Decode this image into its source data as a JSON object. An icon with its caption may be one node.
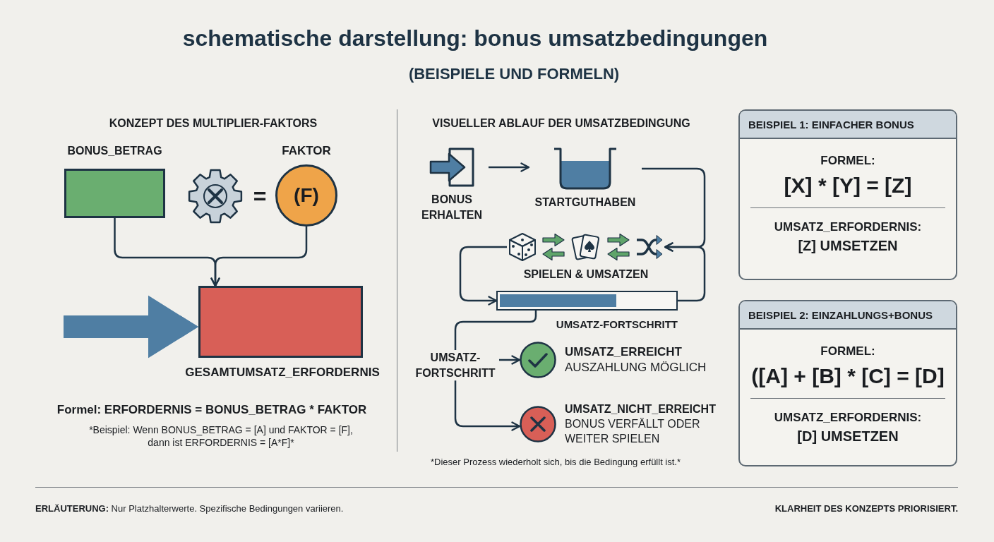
{
  "diagram": {
    "title": "schematische darstellung: bonus umsatzbedingungen",
    "nodes": [
      {
        "text": [
          "BONUS_BETRAG"
        ]
      },
      {
        "text": [
          "FAKTOR",
          "(F)"
        ]
      },
      {
        "text": [],
        "shape": "box",
        "beside": [
          "GESAMTUMSATZ_ERFORDERNIS"
        ]
      },
      {
        "text": [
          "BONUS ERHALTEN"
        ]
      },
      {
        "text": [
          "STARTGUTHABEN"
        ]
      },
      {
        "text": [
          "SPIELEN & UMSATZEN"
        ]
      },
      {
        "text": [],
        "shape": "bar",
        "beside": [
          "UMSATZ-FORTSCHRITT"
        ]
      },
      {
        "text": [
          "UMSATZ-FORTSCHRITT"
        ]
      },
      {
        "text": [
          "UMSATZ_ERREICHT",
          "AUSZAHLUNG MÖGLICH"
        ]
      },
      {
        "text": [
          "UMSATZ_NICHT_ERREICHT",
          "BONUS VERFÄLLT ODER WEITER SPIELEN"
        ]
      },
      {
        "text": [
          "BEISPIEL 1: EINFACHER BONUS",
          "FORMEL:",
          "[X] * [Y] = [Z]",
          "UMSATZ_ERFORDERNIS:",
          "[Z] UMSETZEN"
        ]
      },
      {
        "text": [
          "BEISPIEL 2: EINZAHLUNGS+BONUS",
          "FORMEL:",
          "([A] + [B] * [C] = [D]",
          "UMSATZ_ERFORDERNIS:",
          "[D] UMSETZEN"
        ]
      }
    ],
    "edges": [
      {
        "from": 0,
        "to": 2,
        "arrow": "to"
      },
      {
        "from": 1,
        "to": 2,
        "arrow": "to"
      },
      {
        "from": null,
        "to": 2,
        "arrow": "to",
        "style": "thick",
        "color": "#4f7ea3"
      },
      {
        "from": 3,
        "to": 4,
        "arrow": "to"
      },
      {
        "from": 4,
        "to": 5,
        "arrow": "to"
      },
      {
        "from": 6,
        "to": 5,
        "arrow": "to"
      },
      {
        "from": 5,
        "to": 6,
        "arrow": "to"
      },
      {
        "from": 6,
        "to": 7,
        "arrow": "none"
      },
      {
        "from": 7,
        "to": 8,
        "arrow": "to"
      },
      {
        "from": 7,
        "to": 9,
        "arrow": "to"
      }
    ],
    "labels": [
      "(BEISPIELE UND FORMELN)",
      "KONZEPT DES MULTIPLIER-FAKTORS",
      "VISUELLER ABLAUF DER UMSATZBEDINGUNG",
      "=",
      "Formel: ERFORDERNIS = BONUS_BETRAG * FAKTOR",
      "*Beispiel: Wenn BONUS_BETRAG = [A] und FAKTOR = [F], dann ist ERFORDERNIS = [A*F]*",
      "*Dieser Prozess wiederholt sich, bis die Bedingung erfüllt ist.*",
      "**ERLÄUTERUNG:** Nur Platzhalterwerte. Spezifische Bedingungen variieren.",
      "KLARHEIT DES KONZEPTS PRIORISIERT."
    ]
  }
}
